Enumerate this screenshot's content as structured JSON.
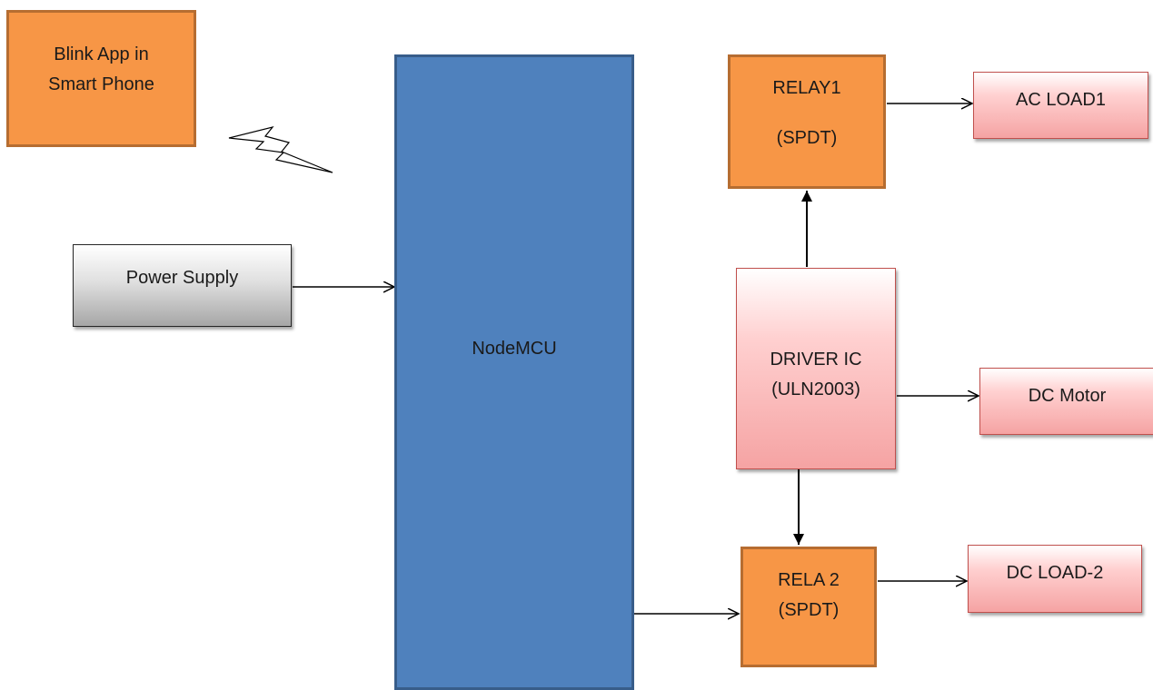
{
  "blocks": {
    "phone": {
      "line1": "Blink App in",
      "line2": "Smart Phone"
    },
    "power": {
      "label": "Power Supply"
    },
    "nodemcu": {
      "label": "NodeMCU"
    },
    "relay1": {
      "line1": "RELAY1",
      "line2": "(SPDT)"
    },
    "relay2": {
      "line1": "RELA 2",
      "line2": "(SPDT)"
    },
    "driver": {
      "line1": "DRIVER IC",
      "line2": "(ULN2003)"
    },
    "ac_load": {
      "label": "AC LOAD1"
    },
    "dc_motor": {
      "label": "DC Motor"
    },
    "dc_load": {
      "label": "DC LOAD-2"
    }
  },
  "colors": {
    "orange_block": "#f79646",
    "blue_block": "#4f81bd",
    "pink_block": "#f5a3a3",
    "gray_block": "#d0d0d0"
  },
  "icons": {
    "wireless": "lightning-bolt-icon"
  }
}
